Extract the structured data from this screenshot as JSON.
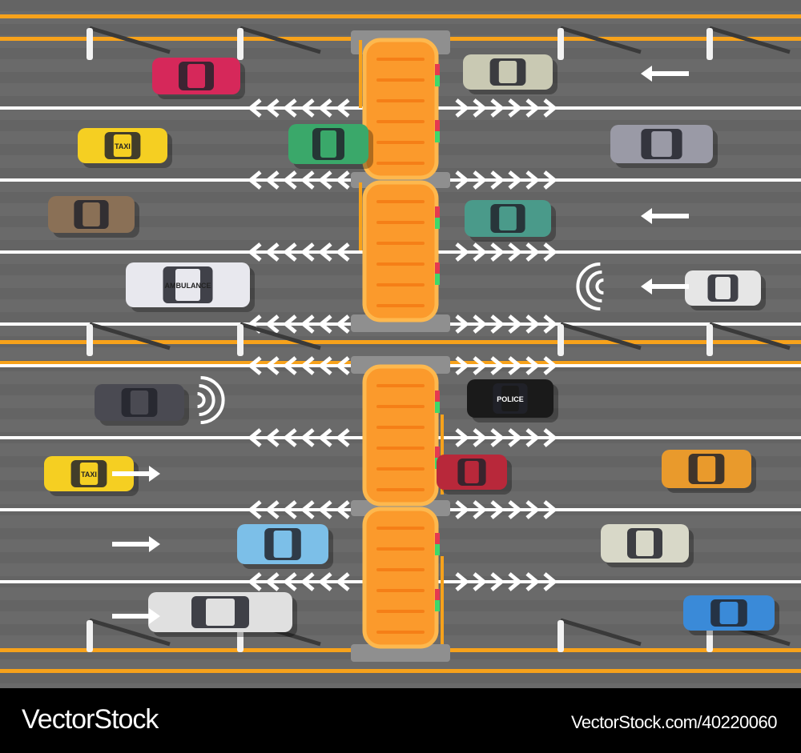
{
  "colors": {
    "asphalt": "#6a6a6a",
    "asphalt_dark": "#5e5e5e",
    "orange_line": "#f7a21b",
    "booth": "#fb9a2c",
    "booth_border": "#fdb84e",
    "booth_slab": "#8f8f8f",
    "white_line": "#ffffff"
  },
  "vehicles": [
    {
      "kind": "sports-car",
      "color": "#d6285a"
    },
    {
      "kind": "sedan",
      "color": "#c9c9b3"
    },
    {
      "kind": "taxi",
      "color": "#f5cf22",
      "label": "TAXI"
    },
    {
      "kind": "sports-car",
      "color": "#3aa86a"
    },
    {
      "kind": "sedan",
      "color": "#9a9aa6"
    },
    {
      "kind": "pickup",
      "color": "#8a7056"
    },
    {
      "kind": "sedan",
      "color": "#4a9a8a"
    },
    {
      "kind": "ambulance",
      "color": "#e8e8ee",
      "label": "AMBULANCE"
    },
    {
      "kind": "convertible",
      "color": "#e6e6e6"
    },
    {
      "kind": "sedan",
      "color": "#4a4a52"
    },
    {
      "kind": "police",
      "color": "#1a1a1a",
      "label": "POLICE"
    },
    {
      "kind": "taxi",
      "color": "#f5cf22",
      "label": "TAXI"
    },
    {
      "kind": "sports-car",
      "color": "#b8283a"
    },
    {
      "kind": "sports-car",
      "color": "#e99a2c"
    },
    {
      "kind": "sedan",
      "color": "#7cbfe8"
    },
    {
      "kind": "jeep",
      "color": "#d8d8c8"
    },
    {
      "kind": "truck",
      "color": "#e0e0e0"
    },
    {
      "kind": "sports-car",
      "color": "#3a8ad8"
    }
  ],
  "footer": {
    "brand": "VectorStock",
    "url": "VectorStock.com/40220060"
  }
}
